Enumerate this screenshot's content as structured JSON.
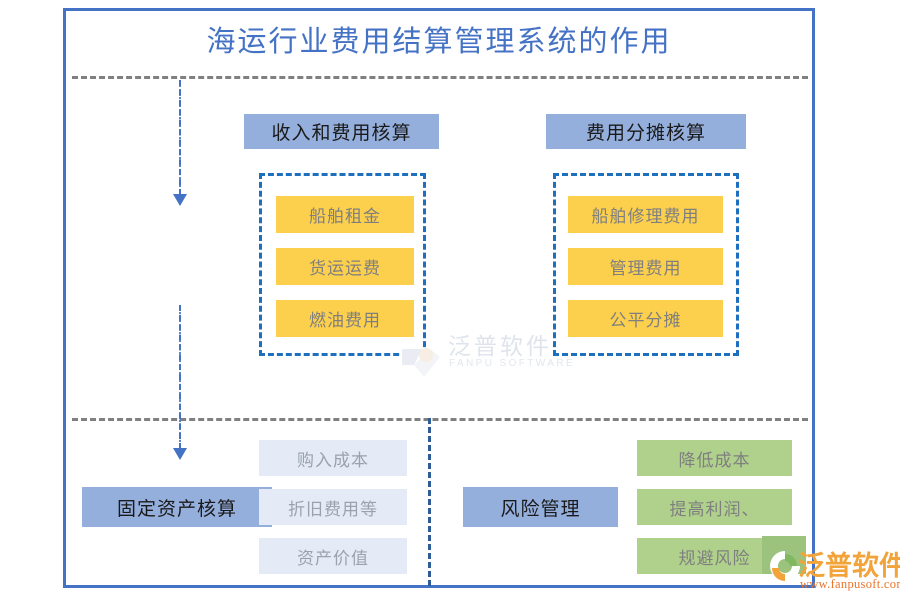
{
  "title": "海运行业费用结算管理系统的作用",
  "colors": {
    "frame_border": "#4472C4",
    "title_text": "#4472C4",
    "header_box": "#95AFDD",
    "yellow_chip": "#FCCF4D",
    "pale_blue_chip": "#E4EBF7",
    "green_chip": "#AFD18C",
    "dashed_group_border": "#1F6FBF",
    "gray_separator": "#808080",
    "chip_text": "#7F7F7F",
    "logo_orange": "#F2A33A",
    "logo_url": "#E8742C",
    "logo_green": "#9BC37E"
  },
  "top_section": {
    "groups": [
      {
        "header": "收入和费用核算",
        "items": [
          "船舶租金",
          "货运运费",
          "燃油费用"
        ]
      },
      {
        "header": "费用分摊核算",
        "items": [
          "船舶修理费用",
          "管理费用",
          "公平分摊"
        ]
      }
    ]
  },
  "bottom_section": {
    "groups": [
      {
        "header": "固定资产核算",
        "items": [
          "购入成本",
          "折旧费用等",
          "资产价值"
        ]
      },
      {
        "header": "风险管理",
        "items": [
          "降低成本",
          "提高利润、",
          "规避风险"
        ]
      }
    ]
  },
  "watermark": {
    "cn": "泛普软件",
    "en": "FANPU SOFTWARE"
  },
  "logo": {
    "cn": "泛普软件",
    "url": "www.fanpusoft.com"
  }
}
